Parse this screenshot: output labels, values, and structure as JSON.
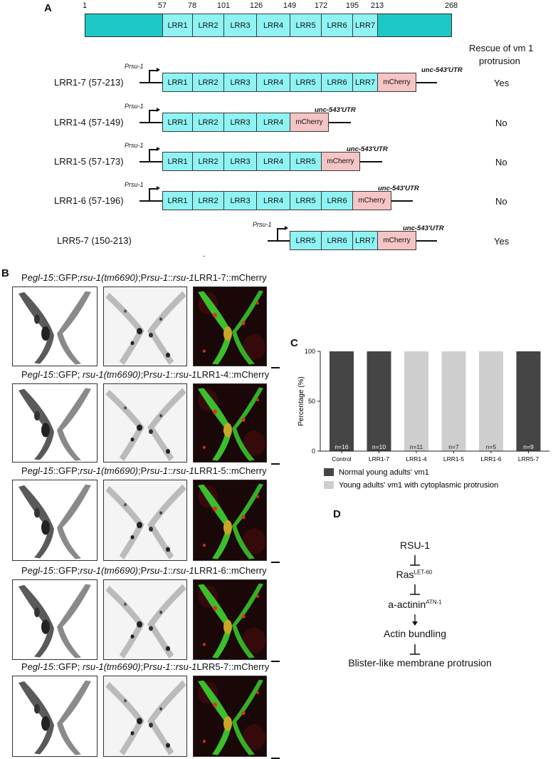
{
  "panel_labels": {
    "a": "A",
    "b": "B",
    "c": "C",
    "d": "D"
  },
  "panel_a": {
    "ticks": [
      "1",
      "57",
      "78",
      "101",
      "126",
      "149",
      "172",
      "195",
      "213",
      "268"
    ],
    "domains": [
      "LRR1",
      "LRR2",
      "LRR3",
      "LRR4",
      "LRR5",
      "LRR6",
      "LRR7"
    ],
    "rescue_header_line1": "Rescue of vm 1",
    "rescue_header_line2": "protrusion",
    "promoter": "Prsu-1",
    "utr": "unc-543'UTR",
    "tag": "mCherry",
    "constructs": [
      {
        "name": "LRR1-7 (57-213)",
        "rescue": "Yes"
      },
      {
        "name": "LRR1-4 (57-149)",
        "rescue": "No"
      },
      {
        "name": "LRR1-5 (57-173)",
        "rescue": "No"
      },
      {
        "name": "LRR1-6 (57-196)",
        "rescue": "No"
      },
      {
        "name": "LRR5-7 (150-213)",
        "rescue": "Yes"
      }
    ]
  },
  "panel_b": {
    "rows": [
      {
        "p1": "P",
        "g1": "egl-15",
        "t1": "::GFP;",
        "g2": "rsu-1(tm6690)",
        "t2": ";P",
        "g3": "rsu-1",
        "t3": "::",
        "g4": "rsu-1",
        "t4": "LRR1-7::mCherry"
      },
      {
        "p1": "P",
        "g1": "egl-15",
        "t1": "::GFP; ",
        "g2": "rsu-1(tm6690)",
        "t2": ";P",
        "g3": "rsu-1",
        "t3": "::",
        "g4": "rsu-1",
        "t4": "LRR1-4::mCherry"
      },
      {
        "p1": "P",
        "g1": "egl-15",
        "t1": "::GFP;",
        "g2": "rsu-1(tm6690)",
        "t2": ";P",
        "g3": "rsu-1",
        "t3": "::",
        "g4": "rsu-1",
        "t4": "LRR1-5::mCherry"
      },
      {
        "p1": "P",
        "g1": "egl-15",
        "t1": "::GFP;",
        "g2": "rsu-1(tm6690)",
        "t2": ";P",
        "g3": "rsu-1",
        "t3": "::",
        "g4": "rsu-1",
        "t4": "LRR1-6::mCherry"
      },
      {
        "p1": "P",
        "g1": "egl-15",
        "t1": "::GFP; ",
        "g2": "rsu-1(tm6690)",
        "t2": ";P",
        "g3": "rsu-1",
        "t3": "::",
        "g4": "rsu-1",
        "t4": "LRR5-7::mCherry"
      }
    ]
  },
  "chart_data": {
    "type": "bar",
    "categories": [
      "Control",
      "LRR1-7",
      "LRR1-4",
      "LRR1-5",
      "LRR1-6",
      "LRR5-7"
    ],
    "series": [
      {
        "name": "Normal young adults' vm1",
        "color": "#454545",
        "values": [
          100,
          100,
          0,
          0,
          0,
          100
        ]
      },
      {
        "name": "Young adults' vm1 with cytoplasmic protrusion",
        "color": "#cfcfcf",
        "values": [
          0,
          0,
          100,
          100,
          100,
          0
        ]
      }
    ],
    "n_labels": [
      "n=16",
      "n=10",
      "n=11",
      "n=7",
      "n=5",
      "n=9"
    ],
    "ylabel": "Percentage (%)",
    "yticks": [
      "0",
      "50",
      "100"
    ],
    "ylim": [
      0,
      100
    ]
  },
  "panel_d": {
    "rsu1": "RSU-1",
    "ras": "Ras",
    "ras_sup": "LET-60",
    "actinin": "a-actinin",
    "actinin_sup": "ATN-1",
    "bundling": "Actin bundling",
    "blister": "Blister-like membrane protrusion"
  }
}
